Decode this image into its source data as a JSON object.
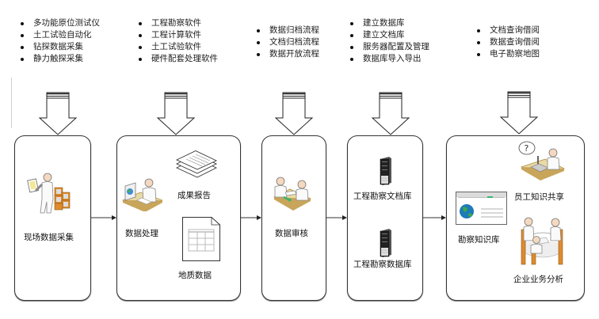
{
  "top_lists": [
    {
      "items": [
        "多功能原位测试仪",
        "土工试验自动化",
        "钻探数据采集",
        "静力触探采集"
      ]
    },
    {
      "items": [
        "工程勘察软件",
        "工程计算软件",
        "土工试验软件",
        "硬件配套处理软件"
      ]
    },
    {
      "items": [
        "数据归档流程",
        "文档归档流程",
        "数据开放流程"
      ]
    },
    {
      "items": [
        "建立数据库",
        "建立文档库",
        "服务器配置及管理",
        "数据库导入导出"
      ]
    },
    {
      "items": [
        "文档查询借阅",
        "数据查询借阅",
        "电子勘察地图"
      ]
    }
  ],
  "stages": [
    {
      "labels": {
        "main": "现场数据采集"
      },
      "icon": "field-worker-icon"
    },
    {
      "labels": {
        "main": "数据处理",
        "report": "成果报告",
        "geo": "地质数据"
      },
      "icon": "computer-user-icon"
    },
    {
      "labels": {
        "main": "数据审核"
      },
      "icon": "review-meeting-icon"
    },
    {
      "labels": {
        "doc_db": "工程勘察文档库",
        "data_db": "工程勘察数据库"
      },
      "icon": "server-icon"
    },
    {
      "labels": {
        "kb": "勘察知识库",
        "share": "员工知识共享",
        "analysis": "企业业务分析"
      },
      "icon": "knowledge-icon"
    }
  ],
  "colors": {
    "line": "#333333",
    "desk": "#e9d9a4",
    "orange": "#e08a2c",
    "green": "#3cb371",
    "globe": "#1e7ab8"
  }
}
